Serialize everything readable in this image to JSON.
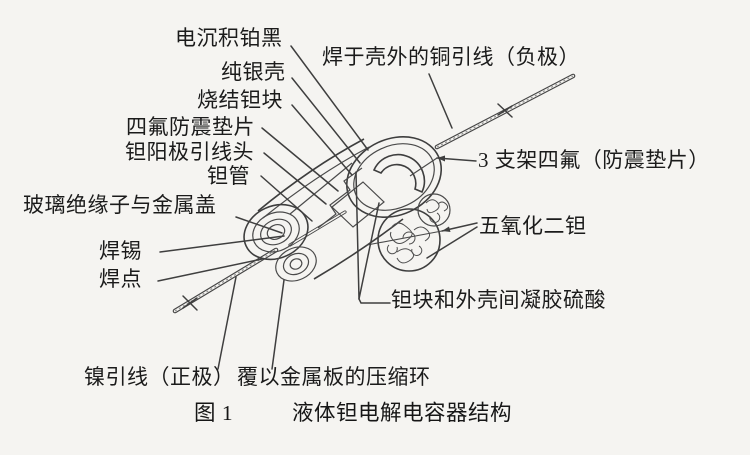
{
  "figure": {
    "caption": {
      "prefix": "图 1",
      "title": "液体钽电解电容器结构"
    },
    "labels": {
      "platinum_black": "电沉积铂黑",
      "silver_shell": "纯银壳",
      "sintered_block": "烧结钽块",
      "ptfe_pad": "四氟防震垫片",
      "anode_lead_head": "钽阳极引线头",
      "tantalum_tube": "钽管",
      "glass_insulator": "玻璃绝缘子与金属盖",
      "solder_tin": "焊锡",
      "solder_joint": "焊点",
      "copper_lead": "焊于壳外的铜引线（负极）",
      "bracket_ptfe": "3 支架四氟（防震垫片）",
      "tantalum_pentoxide": "五氧化二钽",
      "gel_sulfuric_acid": "钽块和外壳间凝胶硫酸",
      "nickel_lead": "镍引线（正极）",
      "compression_ring": "覆以金属板的压缩环"
    },
    "colors": {
      "background": "#f5f4f1",
      "ink": "#1b1b1b",
      "line": "#3f3f3f"
    }
  }
}
